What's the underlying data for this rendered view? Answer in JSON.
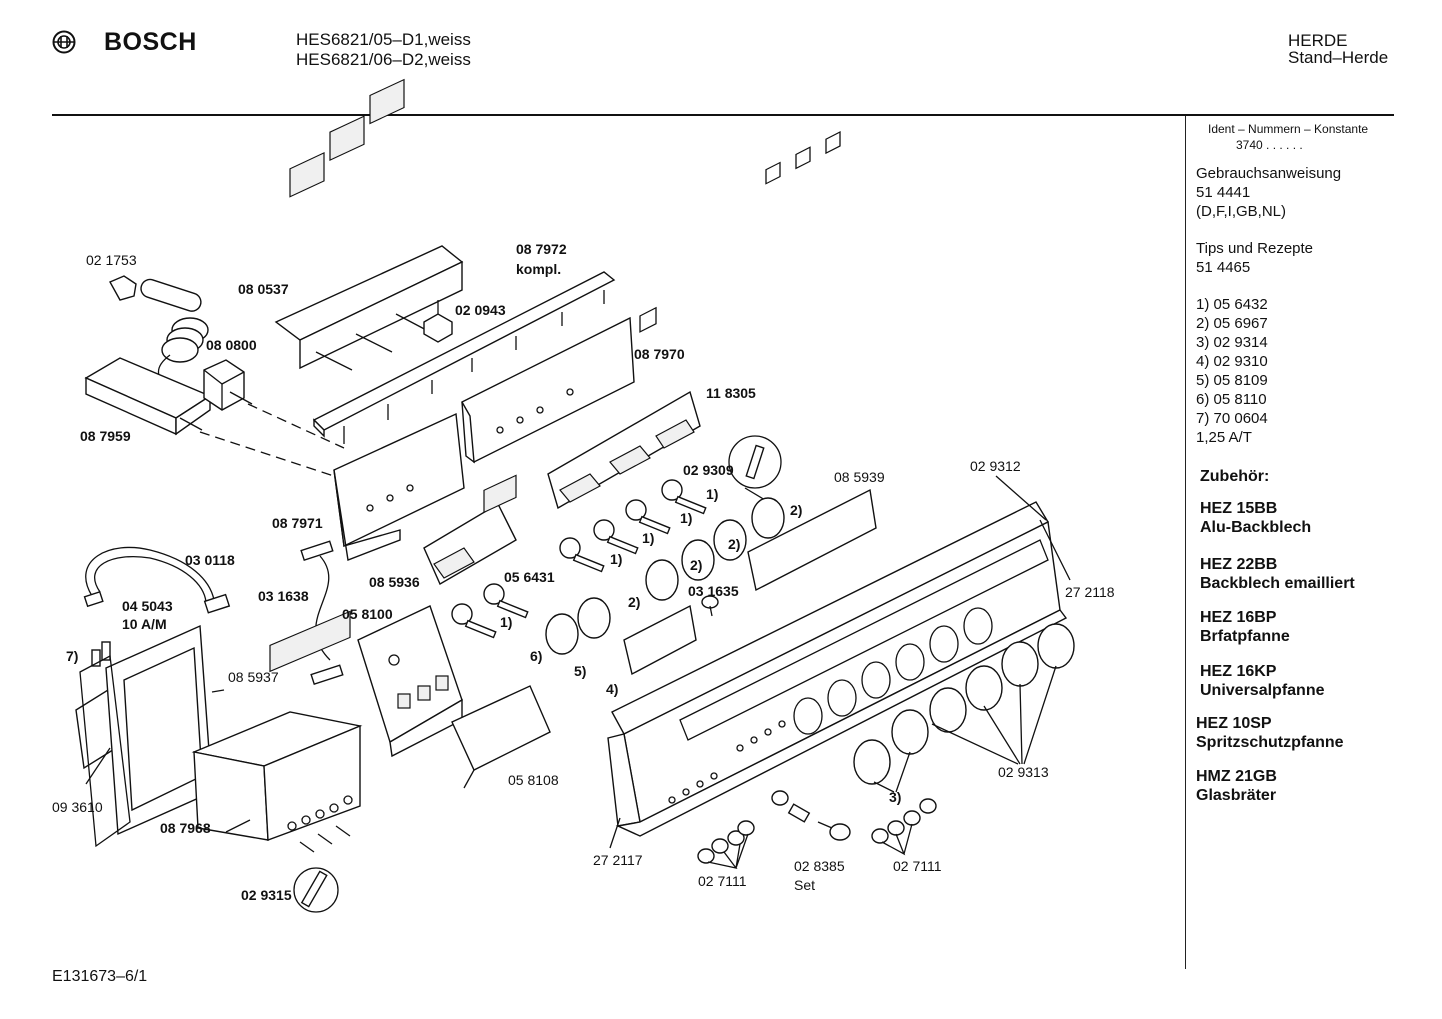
{
  "header": {
    "brand": "BOSCH",
    "model_1": "HES6821/05–D1,weiss",
    "model_2": "HES6821/06–D2,weiss",
    "category": "HERDE",
    "subcategory": "Stand–Herde"
  },
  "sidebar": {
    "ident_label": "Ident – Nummern – Konstante",
    "ident_value": "3740 .  .  .  .  .  .",
    "manual_title": "Gebrauchsanweisung",
    "manual_number": "51 4441",
    "manual_langs": "(D,F,I,GB,NL)",
    "tips_title": "Tips und Rezepte",
    "tips_number": "51 4465",
    "footnotes": [
      "1)  05 6432",
      "2)  05 6967",
      "3)  02 9314",
      "4)  02 9310",
      "5)  05 8109",
      "6)  05 8110",
      "7)  70 0604",
      "      1,25 A/T"
    ],
    "accessories_title": "Zubehör:",
    "accessories": [
      {
        "code": "HEZ 15BB",
        "name": "Alu-Backblech"
      },
      {
        "code": "HEZ 22BB",
        "name": "Backblech emailliert"
      },
      {
        "code": "HEZ 16BP",
        "name": "Brfatpfanne"
      },
      {
        "code": "HEZ 16KP",
        "name": "Universalpfanne"
      },
      {
        "code": "HEZ 10SP",
        "name": "Spritzschutzpfanne"
      },
      {
        "code": "HMZ 21GB",
        "name": "Glasbräter"
      }
    ]
  },
  "parts": {
    "p021753": "02 1753",
    "p080537": "08 0537",
    "p087972": "08 7972",
    "kompl": "kompl.",
    "p020943": "02 0943",
    "p080800": "08 0800",
    "p087970": "08 7970",
    "p087959": "08 7959",
    "p118305": "11 8305",
    "p029309": "02 9309",
    "p085939": "08 5939",
    "p029312": "02 9312",
    "p087971": "08 7971",
    "p030118": "03 0118",
    "p085936": "08 5936",
    "p056431": "05 6431",
    "p031635": "03 1635",
    "p272118": "27 2118",
    "p045043": "04 5043",
    "amp": "10 A/M",
    "p031638": "03 1638",
    "p058100": "05 8100",
    "p085937": "08 5937",
    "p093610": "09 3610",
    "p087968": "08 7968",
    "p058108": "05 8108",
    "p029313": "02 9313",
    "p272117": "27 2117",
    "p027111a": "02 7111",
    "p028385": "02 8385",
    "set": "Set",
    "p027111b": "02 7111",
    "p029315": "02 9315",
    "m1a": "1)",
    "m1b": "1)",
    "m1c": "1)",
    "m1d": "1)",
    "m1e": "1)",
    "m2a": "2)",
    "m2b": "2)",
    "m2c": "2)",
    "m2d": "2)",
    "m3": "3)",
    "m4": "4)",
    "m5": "5)",
    "m6": "6)",
    "m7": "7)"
  },
  "footer": {
    "drawing_id": "E131673–6/1"
  }
}
